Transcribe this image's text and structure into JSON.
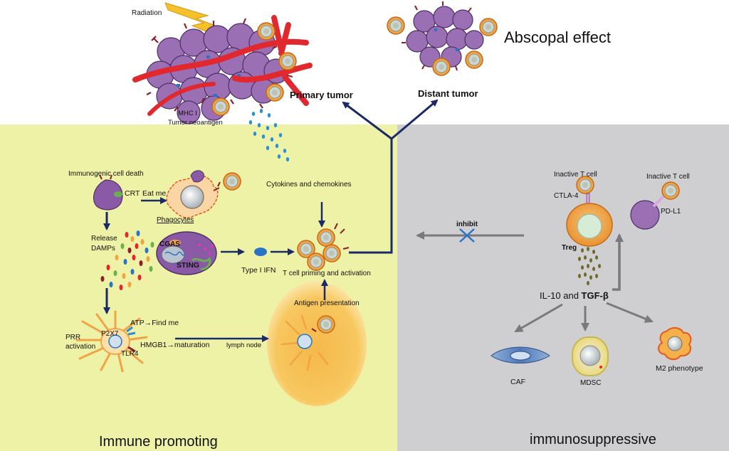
{
  "top": {
    "radiation": "Radiation",
    "abscopal": "Abscopal effect",
    "primary_tumor": "Primary tumor",
    "distant_tumor": "Distant tumor",
    "mhc": "MHC I",
    "neoantigen": "Tumor neoantigen"
  },
  "left": {
    "panel_title": "Immune promoting",
    "icd": "Immunogenic cell death",
    "crt": "CRT",
    "eat_me": "Eat me",
    "phagocytes": "Phagocytes",
    "release": "Release",
    "damps": "DAMPs",
    "cgas": "CGAS",
    "sting": "STING",
    "type1ifn": "Type I IFN",
    "cytokines": "Cytokines and chemokines",
    "tcell_priming": "T cell priming and activation",
    "antigen_presentation": "Antigen presentation",
    "lymph_node": "lymph node",
    "prr1": "PRR",
    "prr2": "activation",
    "p2x7": "P2X7",
    "tlr4": "TLR4",
    "atp": "ATP→Find me",
    "hmgb1": "HMGB1→maturation"
  },
  "right": {
    "panel_title": "immunosuppressive",
    "inhibit": "inhibit",
    "inactive1": "Inactive T cell",
    "inactive2": "Inactive T cell",
    "ctla4": "CTLA-4",
    "pdl1": "PD-L1",
    "treg": "Treg",
    "il10": "IL-10 and ",
    "tgfb": "TGF-β",
    "caf": "CAF",
    "mdsc": "MDSC",
    "m2": "M2 phenotype"
  },
  "colors": {
    "left_bg": "#eef2a6",
    "right_bg": "#cfcfd1",
    "tumor_cell": "#9b6fb3",
    "arrow_navy": "#1a2a66",
    "arrow_gray": "#7a7a7a",
    "vessel": "#e0282e",
    "tcell_ring": "#f0a445"
  }
}
